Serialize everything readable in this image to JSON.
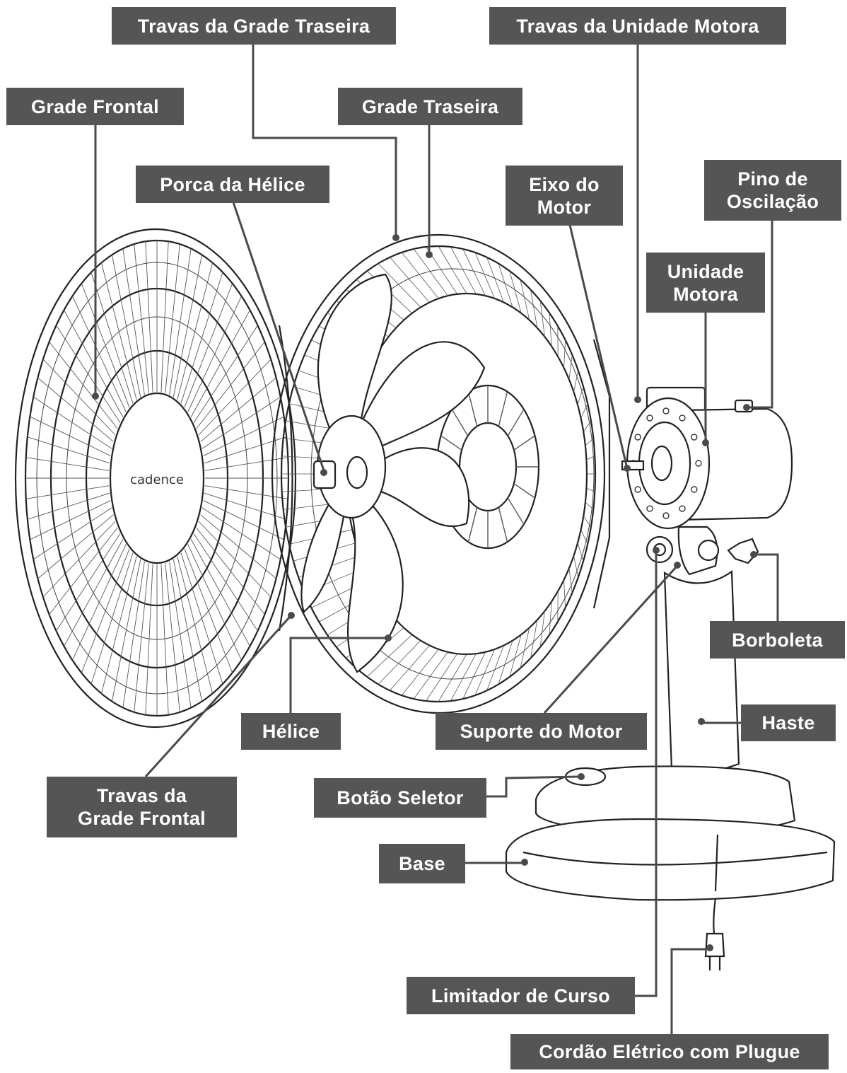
{
  "brand_logo_text": "cadence",
  "labels": {
    "travas_grade_traseira": "Travas da Grade Traseira",
    "travas_unidade_motora": "Travas da Unidade Motora",
    "grade_frontal": "Grade Frontal",
    "grade_traseira": "Grade Traseira",
    "porca_helice": "Porca da Hélice",
    "eixo_motor": "Eixo do\nMotor",
    "pino_oscilacao": "Pino de\nOscilação",
    "unidade_motora": "Unidade\nMotora",
    "borboleta": "Borboleta",
    "helice": "Hélice",
    "suporte_motor": "Suporte do Motor",
    "haste": "Haste",
    "travas_grade_frontal": "Travas da\nGrade Frontal",
    "botao_seletor": "Botão Seletor",
    "base": "Base",
    "limitador_curso": "Limitador de Curso",
    "cordao_eletrico": "Cordão Elétrico com Plugue"
  },
  "colors": {
    "label_background": "#555555",
    "label_text": "#ffffff",
    "leader_line": "#4a4a4a",
    "outline": "#222222"
  }
}
